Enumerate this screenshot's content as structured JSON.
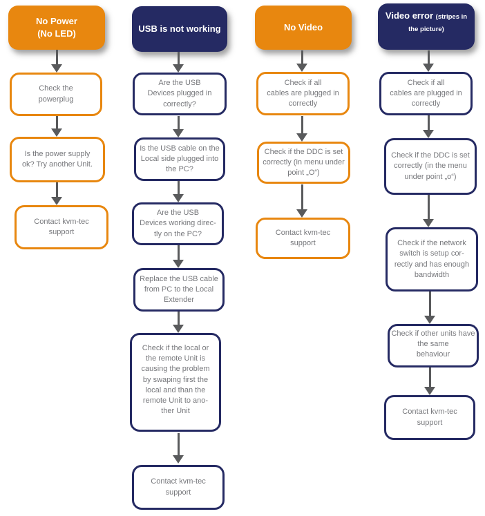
{
  "palette": {
    "orange": "#e8870f",
    "navy": "#252a63",
    "arrow": "#595a5c",
    "text": "#77787c",
    "headertext": "#ffffff"
  },
  "columns": [
    {
      "id": "no-power",
      "theme": "orange",
      "header": {
        "text": "No Power\n(No LED)"
      },
      "boxes": [
        {
          "text": "Check the\npowerplug"
        },
        {
          "text": "Is the power supply\nok? Try another Unit."
        },
        {
          "text": "Contact kvm-tec\nsupport"
        }
      ]
    },
    {
      "id": "usb-not-working",
      "theme": "navy",
      "header": {
        "text": "USB is not working"
      },
      "boxes": [
        {
          "text": "Are the USB\nDevices plugged in\ncorrectly?"
        },
        {
          "text": "Is the USB cable on the\nLocal side plugged into\nthe PC?"
        },
        {
          "text": "Are the USB\nDevices working direc-\ntly on the PC?"
        },
        {
          "text": "Replace the USB cable\nfrom PC to the Local\nExtender"
        },
        {
          "text": "Check if the local or\nthe remote Unit is\ncausing the problem\nby swaping first the\nlocal and than the\nremote Unit to ano-\nther Unit"
        },
        {
          "text": "Contact kvm-tec\nsupport"
        }
      ]
    },
    {
      "id": "no-video",
      "theme": "orange",
      "header": {
        "text": "No Video"
      },
      "boxes": [
        {
          "text": "Check if all\ncables are plugged in\ncorrectly"
        },
        {
          "text": "Check if the DDC is set\ncorrectly (in menu under\npoint „O“)"
        },
        {
          "text": "Contact kvm-tec\nsupport"
        }
      ]
    },
    {
      "id": "video-error",
      "theme": "navy",
      "header": {
        "title": "Video error",
        "subtitle": "(stripes in the picture)"
      },
      "boxes": [
        {
          "text": "Check if all\ncables are plugged in\ncorrectly"
        },
        {
          "text": "Check if the DDC is set\ncorrectly (in the menu\nunder point „o“)"
        },
        {
          "text": "Check if the network\nswitch is setup cor-\nrectly and has enough\nbandwidth"
        },
        {
          "text": "Check if other units have\nthe same\nbehaviour"
        },
        {
          "text": "Contact kvm-tec\nsupport"
        }
      ]
    }
  ]
}
